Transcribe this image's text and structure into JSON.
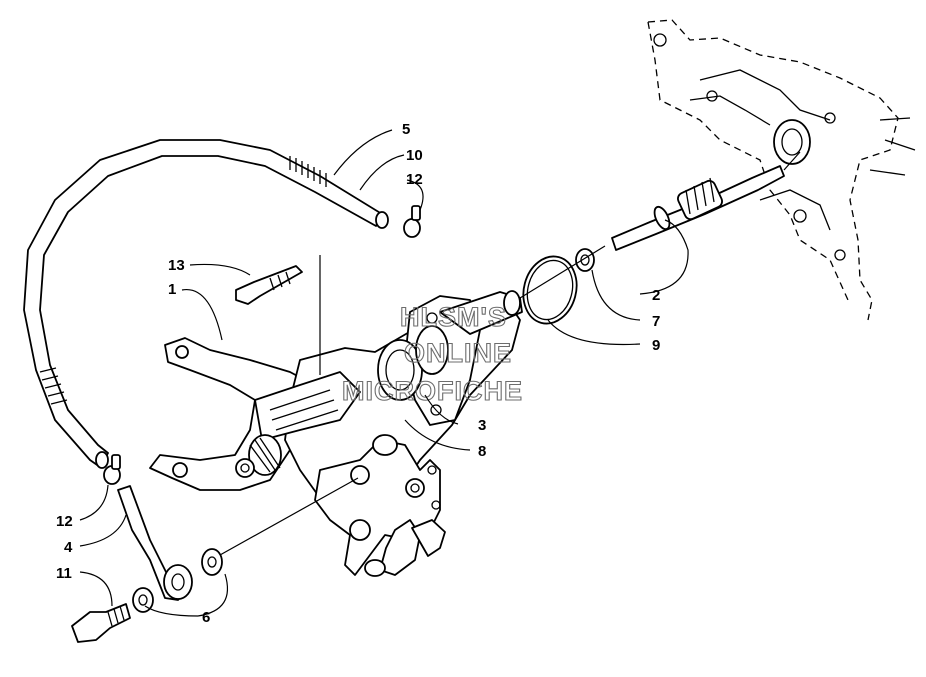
{
  "watermark": {
    "line1": "HLSM'S",
    "line2": "ONLINE",
    "line3": "MICROFICHE"
  },
  "callouts": [
    {
      "id": "c1",
      "label": "1"
    },
    {
      "id": "c2",
      "label": "2"
    },
    {
      "id": "c3",
      "label": "3"
    },
    {
      "id": "c4",
      "label": "4"
    },
    {
      "id": "c5",
      "label": "5"
    },
    {
      "id": "c6",
      "label": "6"
    },
    {
      "id": "c7",
      "label": "7"
    },
    {
      "id": "c8",
      "label": "8"
    },
    {
      "id": "c9",
      "label": "9"
    },
    {
      "id": "c10",
      "label": "10"
    },
    {
      "id": "c11",
      "label": "11"
    },
    {
      "id": "c12a",
      "label": "12"
    },
    {
      "id": "c12b",
      "label": "12"
    },
    {
      "id": "c13",
      "label": "13"
    }
  ],
  "colors": {
    "line": "#000000",
    "background": "#ffffff",
    "watermark": "#6d6d6d"
  }
}
